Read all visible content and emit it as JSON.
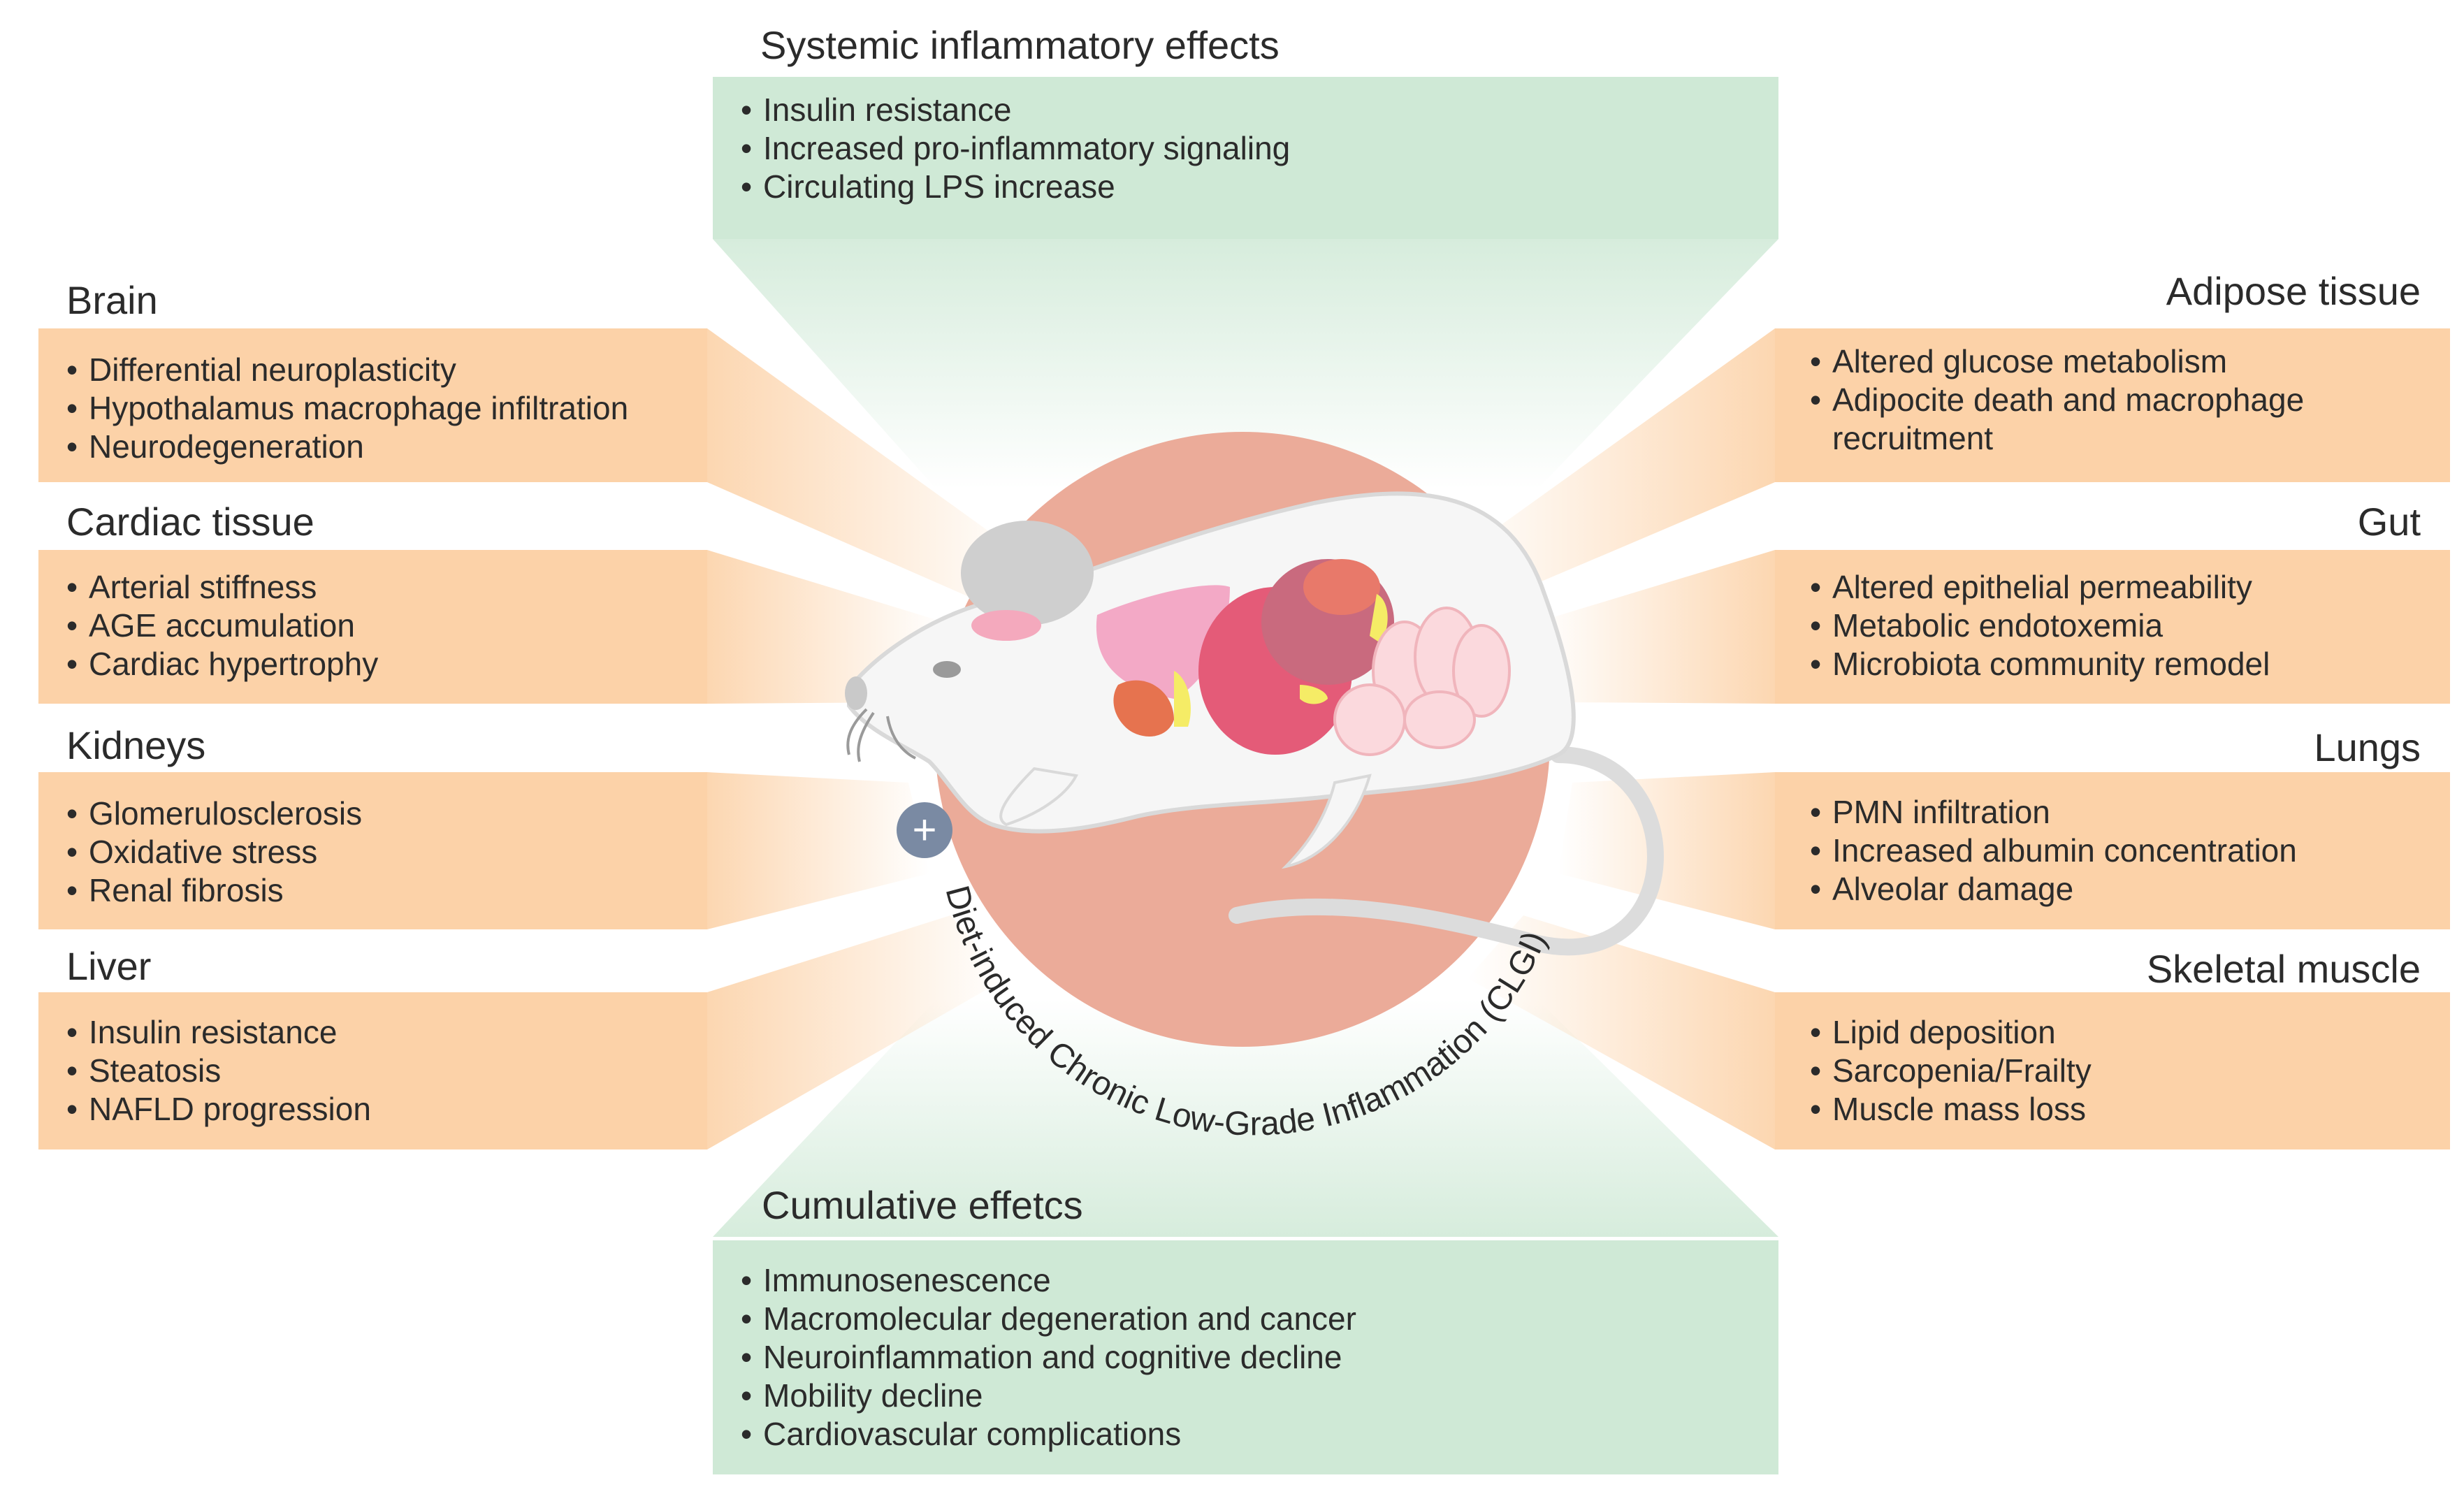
{
  "center_label": "Diet-induced Chronic Low-Grade Inflammation (CLGI)",
  "plus_symbol": "+",
  "panels": {
    "systemic": {
      "title": "Systemic inflammatory effects",
      "items": [
        "Insulin resistance",
        "Increased pro-inflammatory signaling",
        "Circulating LPS increase"
      ]
    },
    "brain": {
      "title": "Brain",
      "items": [
        "Differential neuroplasticity",
        "Hypothalamus macrophage infiltration",
        "Neurodegeneration"
      ]
    },
    "cardiac": {
      "title": "Cardiac tissue",
      "items": [
        "Arterial stiffness",
        "AGE accumulation",
        "Cardiac hypertrophy"
      ]
    },
    "kidneys": {
      "title": "Kidneys",
      "items": [
        "Glomerulosclerosis",
        "Oxidative stress",
        "Renal fibrosis"
      ]
    },
    "liver": {
      "title": "Liver",
      "items": [
        "Insulin resistance",
        "Steatosis",
        "NAFLD progression"
      ]
    },
    "adipose": {
      "title": "Adipose tissue",
      "items": [
        "Altered glucose metabolism",
        "Adipocite death and macrophage recruitment"
      ]
    },
    "gut": {
      "title": "Gut",
      "items": [
        "Altered epithelial permeability",
        "Metabolic endotoxemia",
        "Microbiota community remodel"
      ]
    },
    "lungs": {
      "title": "Lungs",
      "items": [
        "PMN infiltration",
        "Increased albumin concentration",
        "Alveolar damage"
      ]
    },
    "skeletal": {
      "title": "Skeletal muscle",
      "items": [
        "Lipid deposition",
        "Sarcopenia/Frailty",
        "Muscle mass loss"
      ]
    },
    "cumulative": {
      "title": "Cumulative effetcs",
      "items": [
        "Immunosenescence",
        "Macromolecular degeneration and cancer",
        "Neuroinflammation and cognitive decline",
        "Mobility decline",
        "Cardiovascular complications"
      ]
    }
  },
  "colors": {
    "orange_box": "#fcd2a8",
    "green_box": "#cfe9d6",
    "circle": "#ebab99",
    "plus_button": "#7a8aa3"
  }
}
